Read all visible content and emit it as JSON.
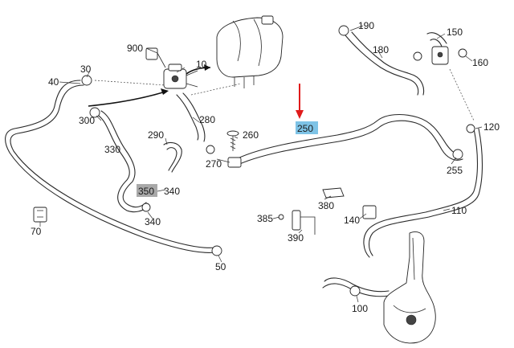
{
  "labels": {
    "p10": "10",
    "p30": "30",
    "p40": "40",
    "p50": "50",
    "p70": "70",
    "p100": "100",
    "p110": "110",
    "p120": "120",
    "p140": "140",
    "p150": "150",
    "p160": "160",
    "p180": "180",
    "p190": "190",
    "p250": "250",
    "p255": "255",
    "p260": "260",
    "p270": "270",
    "p280": "280",
    "p290": "290",
    "p300": "300",
    "p330": "330",
    "p340a": "340",
    "p340b": "340",
    "p350": "350",
    "p380": "380",
    "p385": "385",
    "p390": "390",
    "p900": "900"
  },
  "highlights": {
    "p250_color": "#7ec3e6",
    "p350_color": "#a9a9a9",
    "arrow_color": "#e01b1b"
  }
}
